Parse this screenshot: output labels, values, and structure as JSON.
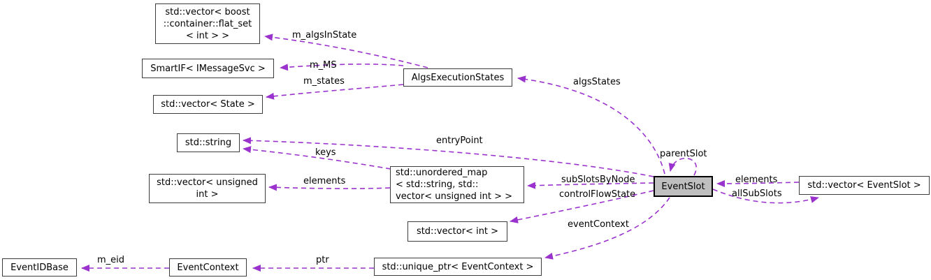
{
  "diagram": {
    "title": "EventSlot collaboration graph",
    "colors": {
      "edge": "#9a32cd",
      "node_border": "#3c3c3c",
      "highlight_fill": "#bfbfbf",
      "node_fill": "#ffffff",
      "text": "#000000"
    },
    "nodes": [
      {
        "id": "flatset",
        "label": "std::vector< boost\n::container::flat_set\n< int > >"
      },
      {
        "id": "smartif",
        "label": "SmartIF< IMessageSvc >"
      },
      {
        "id": "vecstate",
        "label": "std::vector< State >"
      },
      {
        "id": "algsexec",
        "label": "AlgsExecutionStates"
      },
      {
        "id": "stdstring",
        "label": "std::string"
      },
      {
        "id": "vecuint",
        "label": "std::vector< unsigned\nint >"
      },
      {
        "id": "umap",
        "label": "std::unordered_map\n< std::string, std::\nvector< unsigned int > >"
      },
      {
        "id": "vecint",
        "label": "std::vector< int >"
      },
      {
        "id": "eventslot",
        "label": "EventSlot"
      },
      {
        "id": "veceventslot",
        "label": "std::vector< EventSlot >"
      },
      {
        "id": "eventidbase",
        "label": "EventIDBase"
      },
      {
        "id": "eventcontext",
        "label": "EventContext"
      },
      {
        "id": "uniqueptr",
        "label": "std::unique_ptr< EventContext >"
      }
    ],
    "edges": {
      "m_algsInState": "m_algsInState",
      "m_MS": "m_MS",
      "m_states": "m_states",
      "algsStates": "algsStates",
      "entryPoint": "entryPoint",
      "keys": "keys",
      "elements_left": "elements",
      "subSlotsByNode": "subSlotsByNode",
      "controlFlowState": "controlFlowState",
      "eventContext": "eventContext",
      "parentSlot": "parentSlot",
      "elements_right": "elements",
      "allSubSlots": "allSubSlots",
      "ptr": "ptr",
      "m_eid": "m_eid"
    }
  }
}
